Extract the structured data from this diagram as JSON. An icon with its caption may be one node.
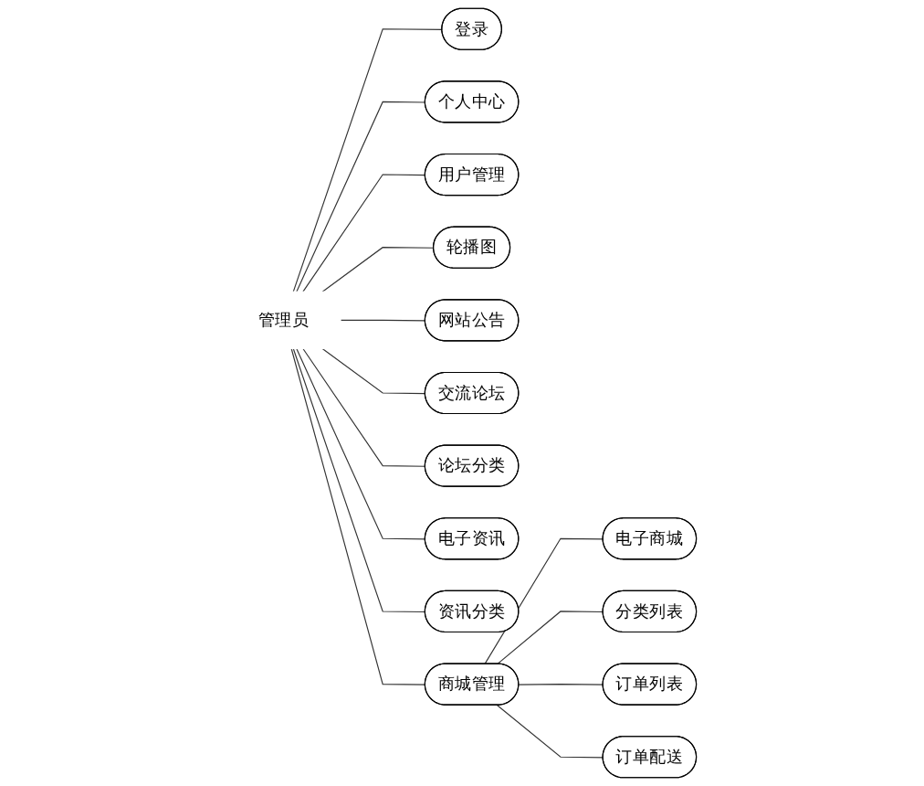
{
  "diagram": {
    "nodes": [
      {
        "text": [
          "管理员"
        ]
      },
      {
        "text": [
          "登录"
        ]
      },
      {
        "text": [
          "个人中心"
        ]
      },
      {
        "text": [
          "用户管理"
        ]
      },
      {
        "text": [
          "轮播图"
        ]
      },
      {
        "text": [
          "网站公告"
        ]
      },
      {
        "text": [
          "交流论坛"
        ]
      },
      {
        "text": [
          "论坛分类"
        ]
      },
      {
        "text": [
          "电子资讯"
        ]
      },
      {
        "text": [
          "资讯分类"
        ]
      },
      {
        "text": [
          "商城管理"
        ]
      },
      {
        "text": [
          "电子商城"
        ]
      },
      {
        "text": [
          "分类列表"
        ]
      },
      {
        "text": [
          "订单列表"
        ]
      },
      {
        "text": [
          "订单配送"
        ]
      }
    ],
    "edges": [
      {
        "from": 0,
        "to": 1,
        "arrow": "none"
      },
      {
        "from": 0,
        "to": 2,
        "arrow": "none"
      },
      {
        "from": 0,
        "to": 3,
        "arrow": "none"
      },
      {
        "from": 0,
        "to": 4,
        "arrow": "none"
      },
      {
        "from": 0,
        "to": 5,
        "arrow": "none"
      },
      {
        "from": 0,
        "to": 6,
        "arrow": "none"
      },
      {
        "from": 0,
        "to": 7,
        "arrow": "none"
      },
      {
        "from": 0,
        "to": 8,
        "arrow": "none"
      },
      {
        "from": 0,
        "to": 9,
        "arrow": "none"
      },
      {
        "from": 0,
        "to": 10,
        "arrow": "none"
      },
      {
        "from": 10,
        "to": 11,
        "arrow": "none"
      },
      {
        "from": 10,
        "to": 12,
        "arrow": "none"
      },
      {
        "from": 10,
        "to": 13,
        "arrow": "none"
      },
      {
        "from": 10,
        "to": 14,
        "arrow": "none"
      }
    ]
  }
}
